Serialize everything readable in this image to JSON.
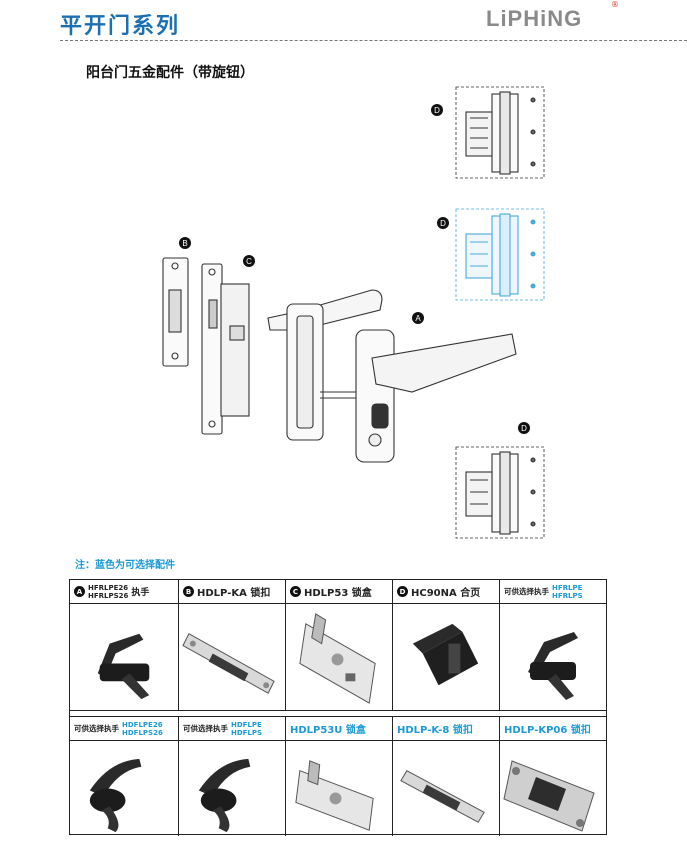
{
  "header": {
    "series_title": "平开门系列",
    "brand": "LiPHiNG",
    "brand_mark": "®"
  },
  "section_title": "阳台门五金配件（带旋钮）",
  "diagram": {
    "callouts": [
      "A",
      "B",
      "C",
      "D",
      "D",
      "D"
    ],
    "highlight_color": "#4aa8e0"
  },
  "note": "注：蓝色为可选择配件",
  "colors": {
    "accent": "#1b6fb3",
    "optional": "#1b9ad6"
  },
  "table": {
    "row1": [
      {
        "badge": "A",
        "codes": [
          "HFRLPE26",
          "HFRLPS26"
        ],
        "label": "执手",
        "icon": "handle-black"
      },
      {
        "badge": "B",
        "label": "HDLP-KA 锁扣",
        "icon": "strike-plate"
      },
      {
        "badge": "C",
        "label": "HDLP53 锁盒",
        "icon": "lock-body"
      },
      {
        "badge": "D",
        "label": "HC90NA 合页",
        "icon": "hinge"
      },
      {
        "prefix": "可供选择执手",
        "codes": [
          "HFRLPE",
          "HFRLPS"
        ],
        "icon": "handle-black"
      }
    ],
    "row2": [
      {
        "prefix": "可供选择执手",
        "codes": [
          "HDFLPE26",
          "HDFLPS26"
        ],
        "icon": "handle-curved"
      },
      {
        "prefix": "可供选择执手",
        "codes": [
          "HDFLPE",
          "HDFLPS"
        ],
        "icon": "handle-curved"
      },
      {
        "label": "HDLP53U 锁盒",
        "icon": "lock-body"
      },
      {
        "label": "HDLP-K-8 锁扣",
        "icon": "strike-plate"
      },
      {
        "label": "HDLP-KP06 锁扣",
        "icon": "strike-plate-large"
      }
    ]
  }
}
